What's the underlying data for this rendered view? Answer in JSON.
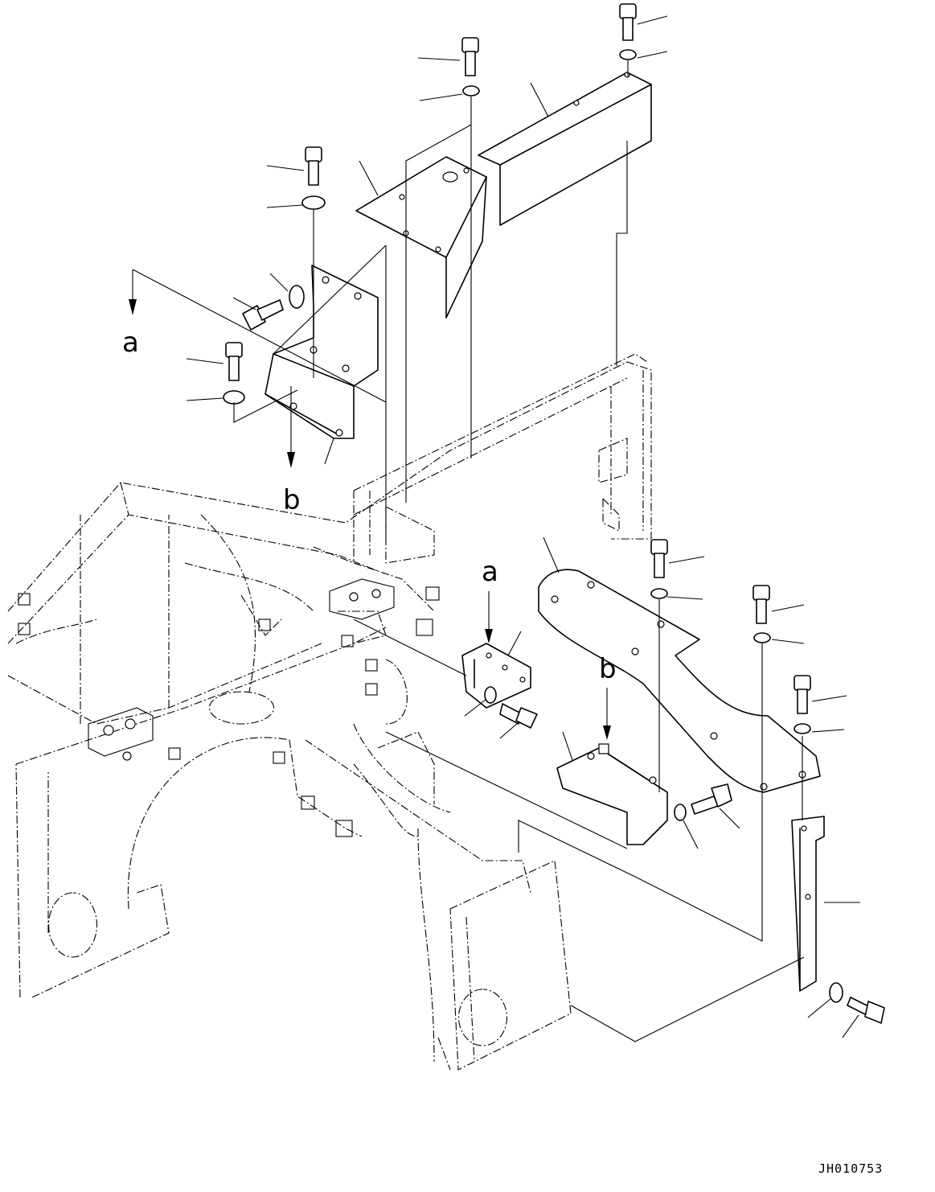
{
  "diagram": {
    "view_labels": {
      "a_top": "a",
      "b_top": "b",
      "a_mid": "a",
      "b_mid": "b"
    },
    "drawing_code": "JH010753"
  }
}
